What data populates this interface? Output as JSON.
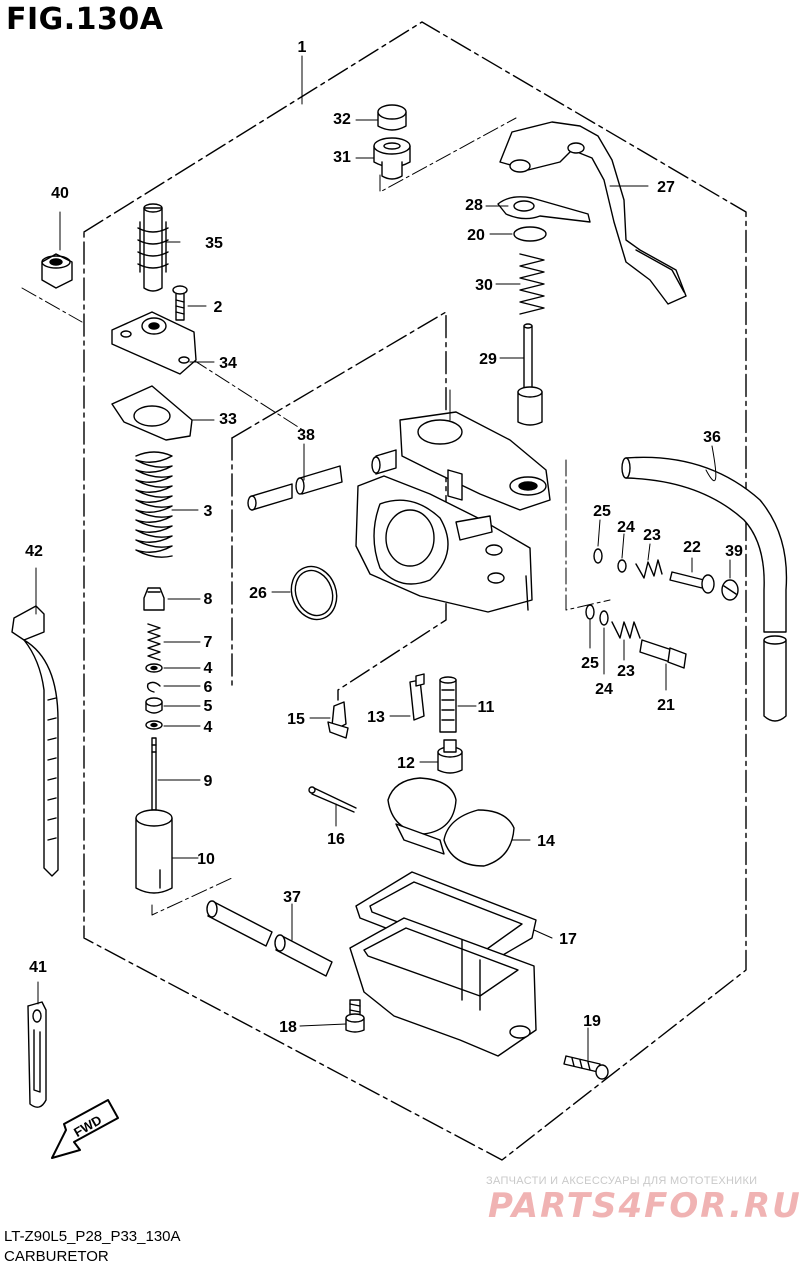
{
  "figure": {
    "title": "FIG.130A",
    "model_code": "LT-Z90L5_P28_P33_130A",
    "caption": "CARBURETOR"
  },
  "watermark": {
    "line1": "ЗАПЧАСТИ И АКСЕССУАРЫ ДЛЯ МОТОТЕХНИКИ",
    "logo": "PARTS4FOR.RU"
  },
  "fwd_arrow": {
    "label": "FWD"
  },
  "callouts": [
    {
      "id": "c1",
      "label": "1"
    },
    {
      "id": "c2",
      "label": "2"
    },
    {
      "id": "c3",
      "label": "3"
    },
    {
      "id": "c4a",
      "label": "4"
    },
    {
      "id": "c4b",
      "label": "4"
    },
    {
      "id": "c5",
      "label": "5"
    },
    {
      "id": "c6",
      "label": "6"
    },
    {
      "id": "c7",
      "label": "7"
    },
    {
      "id": "c8",
      "label": "8"
    },
    {
      "id": "c9",
      "label": "9"
    },
    {
      "id": "c10",
      "label": "10"
    },
    {
      "id": "c11",
      "label": "11"
    },
    {
      "id": "c12",
      "label": "12"
    },
    {
      "id": "c13",
      "label": "13"
    },
    {
      "id": "c14",
      "label": "14"
    },
    {
      "id": "c15",
      "label": "15"
    },
    {
      "id": "c16",
      "label": "16"
    },
    {
      "id": "c17",
      "label": "17"
    },
    {
      "id": "c18",
      "label": "18"
    },
    {
      "id": "c19",
      "label": "19"
    },
    {
      "id": "c20",
      "label": "20"
    },
    {
      "id": "c21",
      "label": "21"
    },
    {
      "id": "c22",
      "label": "22"
    },
    {
      "id": "c23a",
      "label": "23"
    },
    {
      "id": "c23b",
      "label": "23"
    },
    {
      "id": "c24a",
      "label": "24"
    },
    {
      "id": "c24b",
      "label": "24"
    },
    {
      "id": "c25a",
      "label": "25"
    },
    {
      "id": "c25b",
      "label": "25"
    },
    {
      "id": "c26",
      "label": "26"
    },
    {
      "id": "c27",
      "label": "27"
    },
    {
      "id": "c28",
      "label": "28"
    },
    {
      "id": "c29",
      "label": "29"
    },
    {
      "id": "c30",
      "label": "30"
    },
    {
      "id": "c31",
      "label": "31"
    },
    {
      "id": "c32",
      "label": "32"
    },
    {
      "id": "c33",
      "label": "33"
    },
    {
      "id": "c34",
      "label": "34"
    },
    {
      "id": "c35",
      "label": "35"
    },
    {
      "id": "c36",
      "label": "36"
    },
    {
      "id": "c37",
      "label": "37"
    },
    {
      "id": "c38",
      "label": "38"
    },
    {
      "id": "c39",
      "label": "39"
    },
    {
      "id": "c40",
      "label": "40"
    },
    {
      "id": "c41",
      "label": "41"
    },
    {
      "id": "c42",
      "label": "42"
    }
  ]
}
